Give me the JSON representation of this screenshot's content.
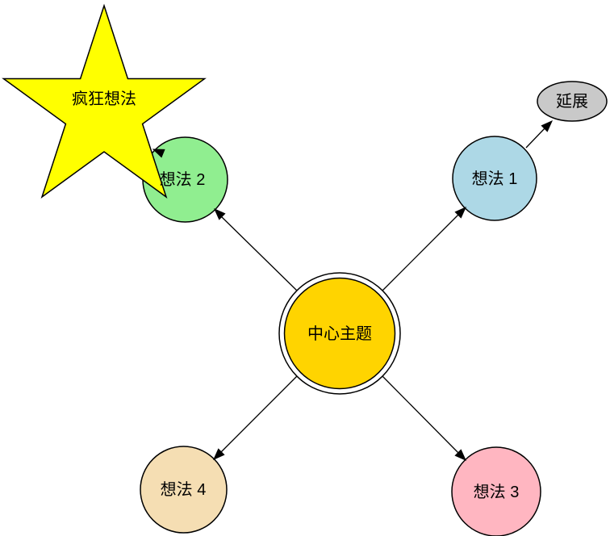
{
  "diagram_type": "mindmap",
  "nodes": {
    "center": {
      "label": "中心主题",
      "fill": "#FFD400",
      "shape": "doublecircle"
    },
    "idea1": {
      "label": "想法 1",
      "fill": "#ADD8E6",
      "shape": "circle"
    },
    "idea2": {
      "label": "想法 2",
      "fill": "#90EE90",
      "shape": "circle"
    },
    "idea3": {
      "label": "想法 3",
      "fill": "#FFB6C1",
      "shape": "circle"
    },
    "idea4": {
      "label": "想法 4",
      "fill": "#F5DEB3",
      "shape": "circle"
    },
    "extension": {
      "label": "延展",
      "fill": "#C9C9C9",
      "shape": "ellipse"
    },
    "crazy_idea": {
      "label": "疯狂想法",
      "fill": "#FFFF00",
      "shape": "star"
    }
  },
  "edges": [
    {
      "from": "center",
      "to": "idea1"
    },
    {
      "from": "center",
      "to": "idea2"
    },
    {
      "from": "center",
      "to": "idea3"
    },
    {
      "from": "center",
      "to": "idea4"
    },
    {
      "from": "idea1",
      "to": "extension"
    },
    {
      "from": "idea2",
      "to": "crazy_idea"
    }
  ],
  "colors": {
    "background": "#FFFFFF",
    "stroke": "#000000",
    "text": "#000000",
    "inner_ring_gap": "#FFFFFF"
  }
}
